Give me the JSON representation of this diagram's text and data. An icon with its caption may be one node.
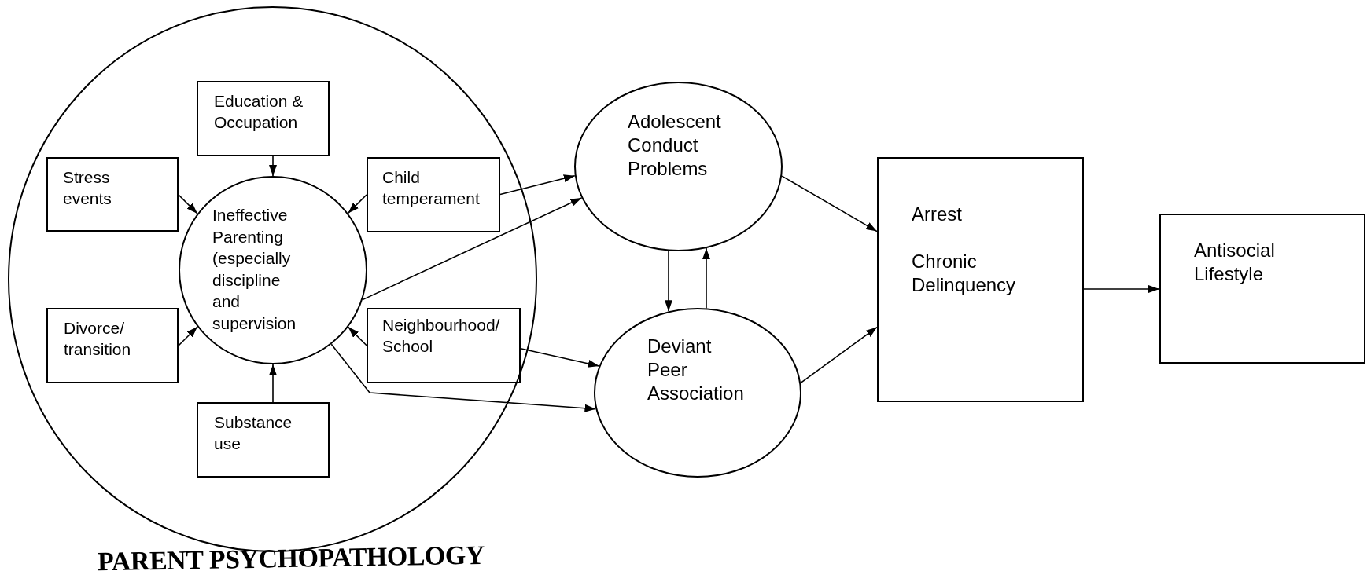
{
  "diagram": {
    "nodes": [
      {
        "text": [
          "PARENT PSYCHOPATHOLOGY"
        ]
      },
      {
        "text": [
          "Education & Occupation"
        ],
        "in": 0
      },
      {
        "text": [
          "Stress events"
        ],
        "in": 0
      },
      {
        "text": [
          "Child temperament"
        ],
        "in": 0
      },
      {
        "text": [
          "Ineffective Parenting (especially discipline and supervision"
        ],
        "in": 0
      },
      {
        "text": [
          "Divorce/ transition"
        ],
        "in": 0
      },
      {
        "text": [
          "Neighbourhood/ School"
        ],
        "in": 0
      },
      {
        "text": [
          "Substance use"
        ],
        "in": 0
      },
      {
        "text": [
          "Adolescent Conduct Problems"
        ]
      },
      {
        "text": [
          "Deviant Peer Association"
        ]
      },
      {
        "text": [
          "Arrest",
          "Chronic Delinquency"
        ]
      },
      {
        "text": [
          "Antisocial Lifestyle"
        ]
      }
    ],
    "edges": [
      {
        "from": 1,
        "to": 4,
        "arrow": "to"
      },
      {
        "from": 2,
        "to": 4,
        "arrow": "to"
      },
      {
        "from": 3,
        "to": 4,
        "arrow": "to"
      },
      {
        "from": 5,
        "to": 4,
        "arrow": "to"
      },
      {
        "from": 6,
        "to": 4,
        "arrow": "to"
      },
      {
        "from": 7,
        "to": 4,
        "arrow": "to"
      },
      {
        "from": 3,
        "to": 8,
        "arrow": "to"
      },
      {
        "from": 4,
        "to": 8,
        "arrow": "to"
      },
      {
        "from": 6,
        "to": 9,
        "arrow": "to"
      },
      {
        "from": 4,
        "to": 9,
        "arrow": "to"
      },
      {
        "from": 8,
        "to": 9,
        "arrow": "to"
      },
      {
        "from": 9,
        "to": 8,
        "arrow": "to"
      },
      {
        "from": 8,
        "to": 10,
        "arrow": "to"
      },
      {
        "from": 9,
        "to": 10,
        "arrow": "to"
      },
      {
        "from": 10,
        "to": 11,
        "arrow": "to"
      }
    ]
  }
}
